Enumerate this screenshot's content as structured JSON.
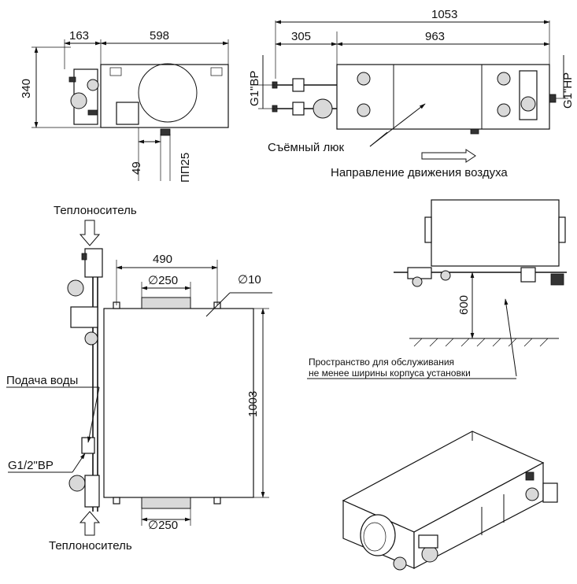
{
  "dimensions": {
    "top_left_163": "163",
    "top_left_598": "598",
    "top_left_340": "340",
    "top_left_49": "49",
    "top_left_pp25": "ПП25",
    "top_right_1053": "1053",
    "top_right_305": "305",
    "top_right_963": "963",
    "top_right_g1br": "G1\"BP",
    "top_right_g1hp": "G1\"HP",
    "plan_490": "490",
    "plan_d250_top": "∅250",
    "plan_d10": "∅10",
    "plan_1003": "1003",
    "plan_d250_bottom": "∅250",
    "side_600": "600"
  },
  "labels": {
    "removable_hatch": "Съёмный люк",
    "air_direction": "Направление движения воздуха",
    "heat_carrier_top": "Теплоноситель",
    "heat_carrier_bottom": "Теплоноситель",
    "water_supply": "Подача воды",
    "g12_thread": "G1/2\"BP",
    "service_space_line1": "Пространство для обслуживания",
    "service_space_line2": "не менее ширины корпуса установки"
  }
}
